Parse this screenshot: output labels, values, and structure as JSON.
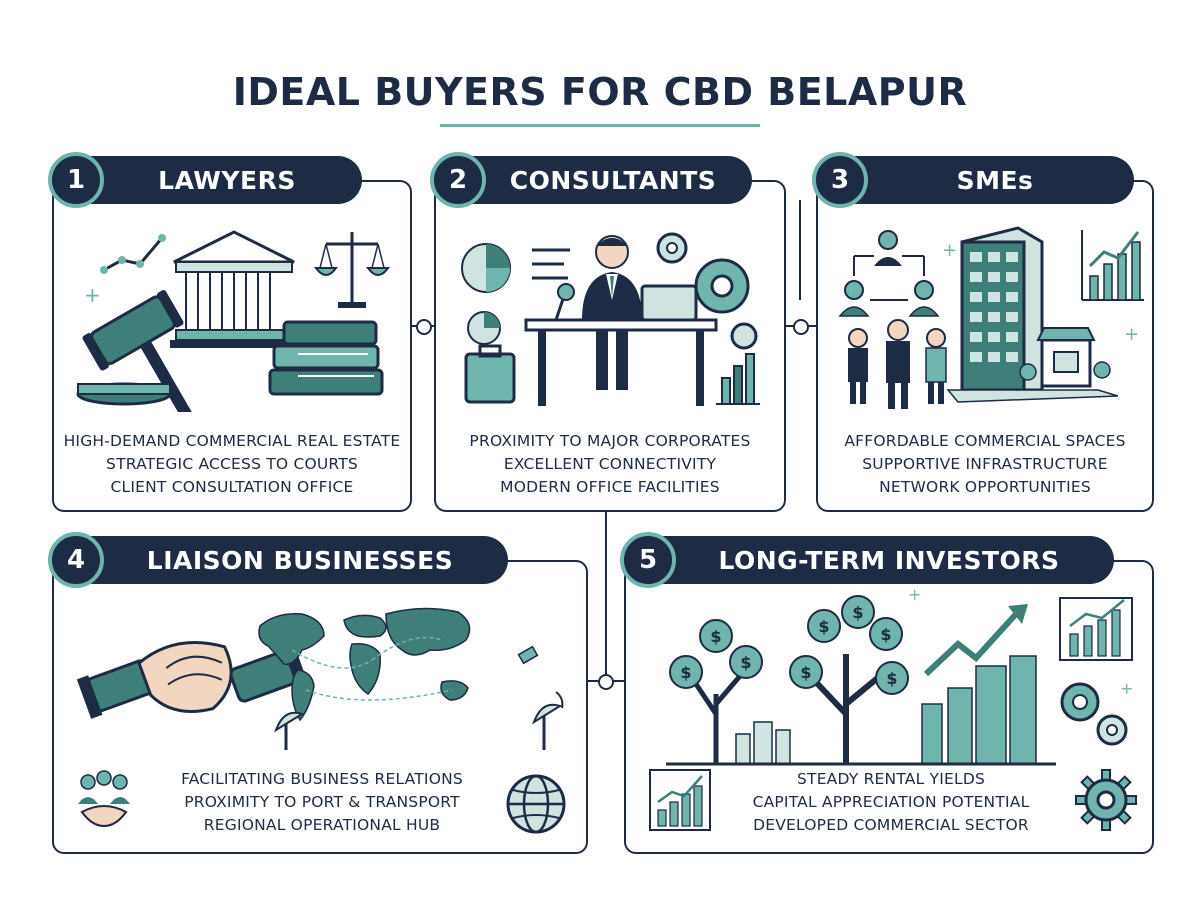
{
  "title": "IDEAL BUYERS FOR CBD BELAPUR",
  "colors": {
    "navy": "#1d2b44",
    "teal": "#6fb5ad",
    "darkteal": "#3f7f79",
    "gray": "#5e6e7c"
  },
  "cards": [
    {
      "number": "1",
      "heading": "LAWYERS",
      "icon": "courthouse-gavel-books-scales-icon",
      "lines": [
        "HIGH-DEMAND COMMERCIAL REAL ESTATE",
        "STRATEGIC ACCESS TO COURTS",
        "CLIENT CONSULTATION OFFICE"
      ]
    },
    {
      "number": "2",
      "heading": "CONSULTANTS",
      "icon": "consultant-at-desk-laptop-icon",
      "lines": [
        "PROXIMITY TO MAJOR CORPORATES",
        "EXCELLENT CONNECTIVITY",
        "MODERN OFFICE FACILITIES"
      ]
    },
    {
      "number": "3",
      "heading": "SMEs",
      "icon": "office-building-team-icon",
      "lines": [
        "AFFORDABLE COMMERCIAL SPACES",
        "SUPPORTIVE INFRASTRUCTURE",
        "NETWORK OPPORTUNITIES"
      ]
    },
    {
      "number": "4",
      "heading": "LIAISON BUSINESSES",
      "icon": "handshake-world-map-icon",
      "lines": [
        "FACILITATING BUSINESS RELATIONS",
        "PROXIMITY TO PORT & TRANSPORT",
        "REGIONAL OPERATIONAL HUB"
      ]
    },
    {
      "number": "5",
      "heading": "LONG-TERM INVESTORS",
      "icon": "money-trees-growth-icon",
      "lines": [
        "STEADY RENTAL YIELDS",
        "CAPITAL APPRECIATION POTENTIAL",
        "DEVELOPED COMMERCIAL SECTOR"
      ]
    }
  ]
}
